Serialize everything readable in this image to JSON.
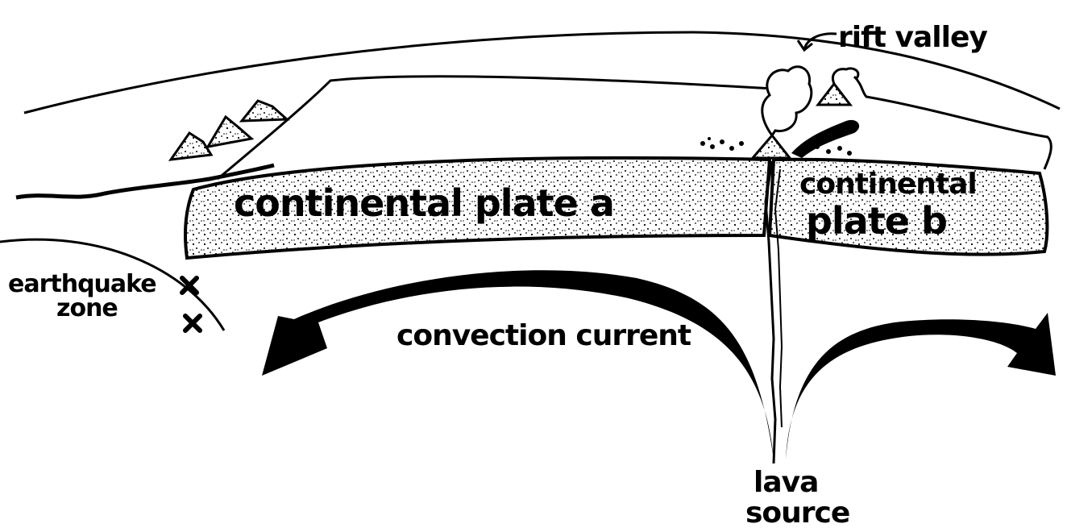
{
  "labels": {
    "rift_valley": "rift valley",
    "plate_a": "continental plate a",
    "plate_b_line1": "continental",
    "plate_b_line2": "plate b",
    "earthquake_line1": "earthquake",
    "earthquake_line2": "zone",
    "convection": "convection current",
    "lava_line1": "lava",
    "lava_line2": "source"
  },
  "colors": {
    "ink": "#000000",
    "background": "#ffffff"
  }
}
